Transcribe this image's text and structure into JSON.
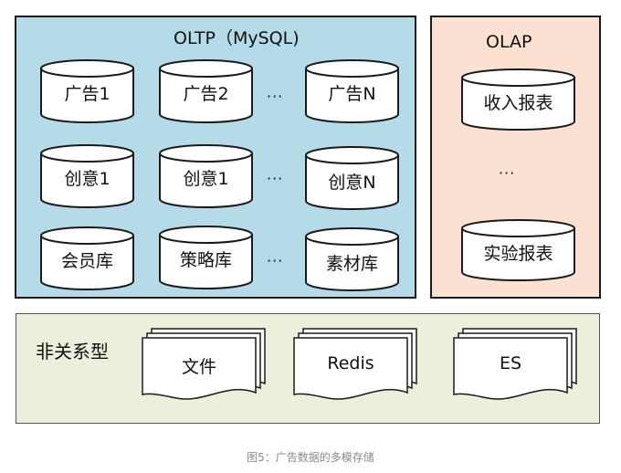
{
  "oltp": {
    "title": "OLTP（MySQL)",
    "rows": [
      [
        "广告1",
        "广告2",
        "广告N"
      ],
      [
        "创意1",
        "创意1",
        "创意N"
      ],
      [
        "会员库",
        "策略库",
        "素材库"
      ]
    ],
    "ellipsis": "···"
  },
  "olap": {
    "title": "OLAP",
    "items": [
      "收入报表",
      "实验报表"
    ],
    "ellipsis": "···"
  },
  "nonrelational": {
    "title": "非关系型",
    "items": [
      "文件",
      "Redis",
      "ES"
    ]
  },
  "caption": "图5：广告数据的多模存储",
  "colors": {
    "oltp_bg": "#b5dbe8",
    "olap_bg": "#fbe1d2",
    "nonrel_bg": "#ebf0dc",
    "stroke": "#1a1a1a"
  }
}
